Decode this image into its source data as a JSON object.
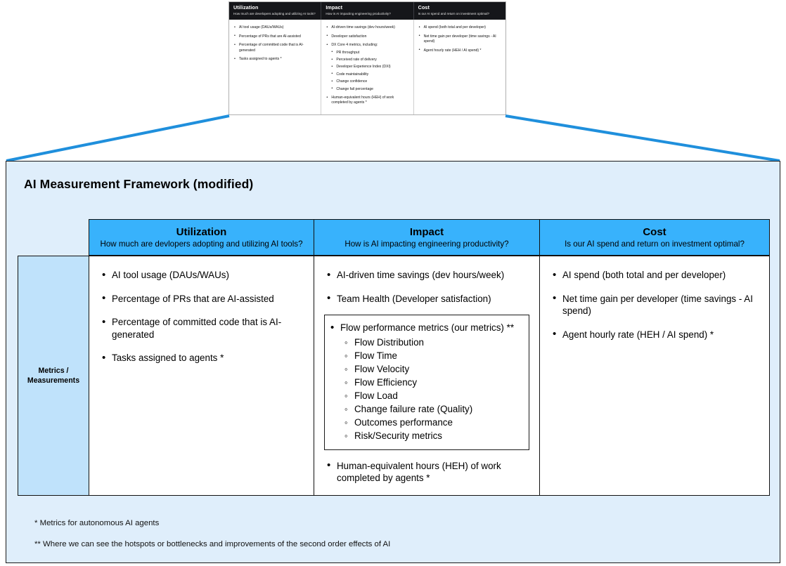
{
  "colors": {
    "connector": "#1f8fdc",
    "panel_background": "#dfeefb",
    "header_blue": "#38b2fc",
    "metrics_cell_blue": "#bfe2fb",
    "thumbnail_header_dark": "#15161a",
    "panel_border": "#1a1a1a"
  },
  "thumbnail": {
    "columns": [
      {
        "title": "Utilization",
        "subtitle": "How much are developers adopting and utilizing AI tools?",
        "items": [
          {
            "text": "AI tool usage (DAUs/WAUs)"
          },
          {
            "text": "Percentage of PRs that are AI-assisted"
          },
          {
            "text": "Percentage of committed code that is AI-generated"
          },
          {
            "text": "Tasks assigned to agents *"
          }
        ]
      },
      {
        "title": "Impact",
        "subtitle": "How is AI impacting engineering productivity?",
        "items": [
          {
            "text": "AI-driven time savings (dev hours/week)"
          },
          {
            "text": "Developer satisfaction"
          },
          {
            "text": "DX Core 4 metrics, including:",
            "sub": [
              "PR throughput",
              "Perceived rate of delivery",
              "Developer Experience Index (DXI)",
              "Code maintainability",
              "Change confidence",
              "Change fail percentage"
            ]
          },
          {
            "text": "Human-equivalent hours (HEH) of work completed by agents *"
          }
        ]
      },
      {
        "title": "Cost",
        "subtitle": "Is our AI spend and return on investment optimal?",
        "items": [
          {
            "text": "AI spend (both total and per developer)"
          },
          {
            "text": "Net time gain per developer (time savings - AI spend)"
          },
          {
            "text": "Agent hourly rate (HEH / AI spend) *"
          }
        ]
      }
    ]
  },
  "panel": {
    "title": "AI Measurement Framework (modified)",
    "row_label": "Metrics /\nMeasurements",
    "row_label_line1": "Metrics /",
    "row_label_line2": "Measurements",
    "headers": [
      {
        "title": "Utilization",
        "subtitle": "How much are devlopers adopting and utilizing AI tools?"
      },
      {
        "title": "Impact",
        "subtitle": "How is AI impacting engineering productivity?"
      },
      {
        "title": "Cost",
        "subtitle": "Is our AI spend and return on investment optimal?"
      }
    ],
    "utilization_items": [
      "AI tool usage (DAUs/WAUs)",
      "Percentage of PRs that are AI-assisted",
      "Percentage of committed code that is AI-generated",
      "Tasks assigned to agents *"
    ],
    "impact_items_before_box": [
      "AI-driven time savings (dev hours/week)",
      "Team Health (Developer satisfaction)"
    ],
    "impact_flow_box": {
      "parent": "Flow performance metrics (our metrics) **",
      "sub_items": [
        "Flow Distribution",
        "Flow Time",
        "Flow Velocity",
        "Flow Efficiency",
        "Flow Load",
        "Change failure rate (Quality)",
        "Outcomes performance",
        "Risk/Security metrics"
      ]
    },
    "impact_items_after_box": [
      "Human-equivalent hours (HEH) of work completed by agents *"
    ],
    "cost_items": [
      "AI spend (both total and per developer)",
      "Net time gain per developer (time savings - AI spend)",
      "Agent hourly rate (HEH / AI spend) *"
    ],
    "footnotes": [
      "* Metrics for autonomous AI agents",
      "** Where we can see the hotspots or bottlenecks and improvements of the second order effects of AI"
    ]
  }
}
